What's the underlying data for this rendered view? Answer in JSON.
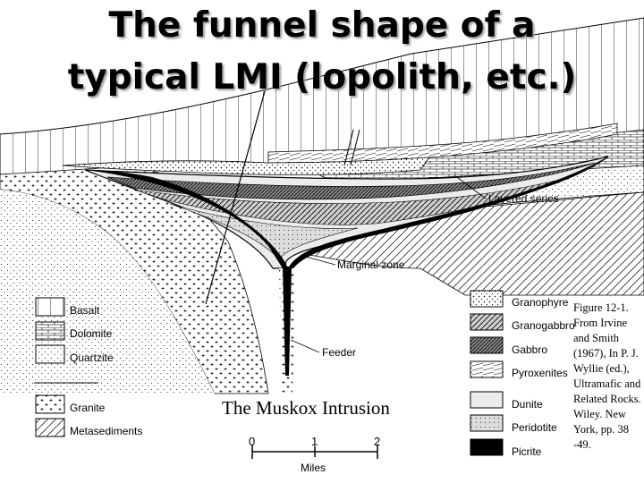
{
  "title": {
    "line1": "The funnel shape of a",
    "line2": "typical LMI (lopolith, etc.)"
  },
  "caption": "The Muskox Intrusion",
  "citation": "Figure 12-1. From Irvine and Smith (1967), In P. J. Wyllie (ed.), Ultramafic and Related Rocks. Wiley. New York, pp. 38 -49.",
  "callouts": {
    "layered_series": "Layered series",
    "marginal_zone": "Marginal zone",
    "feeder": "Feeder"
  },
  "legend_left": [
    {
      "label": "Basalt",
      "pattern": "basalt-pattern"
    },
    {
      "label": "Dolomite",
      "pattern": "dolomite-pattern"
    },
    {
      "label": "Quartzite",
      "pattern": "quartzite-pattern"
    },
    {
      "label": "Granite",
      "pattern": "granite-pattern"
    },
    {
      "label": "Metasediments",
      "pattern": "metasediments-pattern"
    }
  ],
  "legend_right": [
    {
      "label": "Granophyre",
      "pattern": "granophyre-pattern"
    },
    {
      "label": "Granogabbro",
      "pattern": "granogabbro-pattern"
    },
    {
      "label": "Gabbro",
      "pattern": "gabbro-pattern"
    },
    {
      "label": "Pyroxenites",
      "pattern": "pyroxenites-pattern"
    },
    {
      "label": "Dunite",
      "pattern": "dunite-pattern"
    },
    {
      "label": "Peridotite",
      "pattern": "peridotite-pattern"
    },
    {
      "label": "Picrite",
      "pattern": "picrite-pattern"
    }
  ],
  "scale_bar": {
    "ticks": [
      "0",
      "1",
      "2"
    ],
    "unit": "Miles"
  }
}
